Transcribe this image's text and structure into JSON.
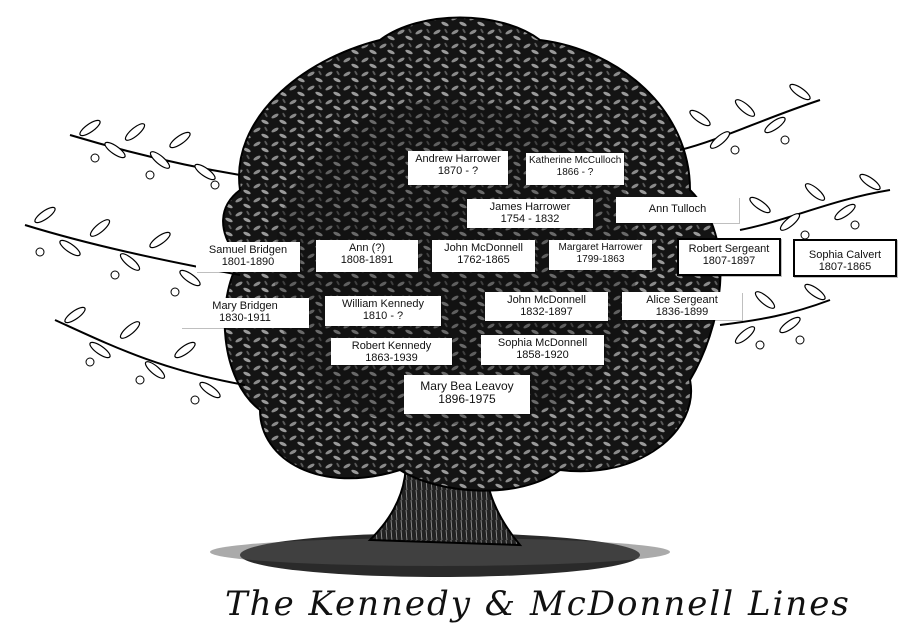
{
  "caption": "The Kennedy & McDonnell Lines",
  "people": [
    {
      "id": "andrew-harrower",
      "name": "Andrew Harrower",
      "dates": "1870 - ?"
    },
    {
      "id": "katherine-mcculloch",
      "name": "Katherine McCulloch",
      "dates": "1866 - ?"
    },
    {
      "id": "james-harrower",
      "name": "James Harrower",
      "dates": "1754 - 1832"
    },
    {
      "id": "ann-tulloch",
      "name": "Ann Tulloch",
      "dates": ""
    },
    {
      "id": "samuel-bridgen",
      "name": "Samuel Bridgen",
      "dates": "1801-1890"
    },
    {
      "id": "ann-unknown",
      "name": "Ann (?)",
      "dates": "1808-1891"
    },
    {
      "id": "john-mcdonnell-1762",
      "name": "John McDonnell",
      "dates": "1762-1865"
    },
    {
      "id": "margaret-harrower",
      "name": "Margaret Harrower",
      "dates": "1799-1863"
    },
    {
      "id": "robert-sergeant",
      "name": "Robert Sergeant",
      "dates": "1807-1897"
    },
    {
      "id": "sophia-calvert",
      "name": "Sophia Calvert",
      "dates": "1807-1865"
    },
    {
      "id": "mary-bridgen",
      "name": "Mary Bridgen",
      "dates": "1830-1911"
    },
    {
      "id": "william-kennedy",
      "name": "William Kennedy",
      "dates": "1810 - ?"
    },
    {
      "id": "john-mcdonnell-1832",
      "name": "John McDonnell",
      "dates": "1832-1897"
    },
    {
      "id": "alice-sergeant",
      "name": "Alice Sergeant",
      "dates": "1836-1899"
    },
    {
      "id": "robert-kennedy",
      "name": "Robert Kennedy",
      "dates": "1863-1939"
    },
    {
      "id": "sophia-mcdonnell",
      "name": "Sophia McDonnell",
      "dates": "1858-1920"
    },
    {
      "id": "mary-bea-leavoy",
      "name": "Mary Bea Leavoy",
      "dates": "1896-1975"
    }
  ]
}
